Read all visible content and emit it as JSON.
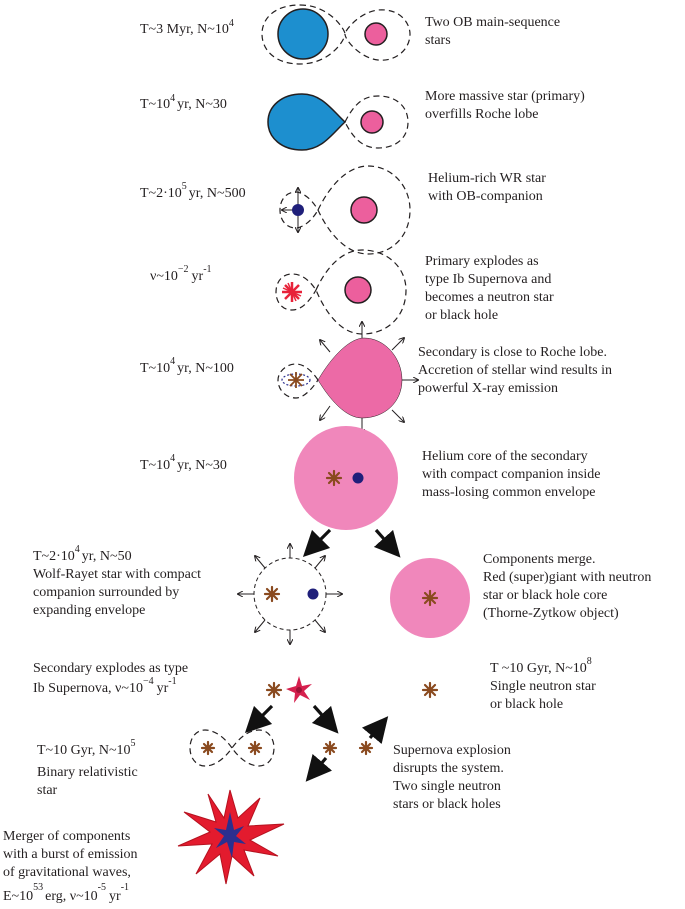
{
  "colors": {
    "ob_star": "#1d8fcf",
    "companion_star": "#ec5f9d",
    "envelope": "#f087bb",
    "wr_star": "#1f1f7a",
    "neutron_star": "#8a4a1f",
    "supernova": "#e8233a",
    "merger_burst": "#e31b2e",
    "merger_core": "#2b2f8f"
  },
  "stages": {
    "s1": {
      "time_label": "T~3 Myr, N~10",
      "time_exp": "4",
      "desc": [
        "Two OB main-sequence",
        "stars"
      ]
    },
    "s2": {
      "time_label": "T~10",
      "time_exp": "4",
      "time_tail": "yr, N~30",
      "desc": [
        "More massive star (primary)",
        "overfills Roche lobe"
      ]
    },
    "s3": {
      "time_label": "T~2·10",
      "time_exp": "5",
      "time_tail": "yr, N~500",
      "desc": [
        "Helium-rich WR star",
        "with OB-companion"
      ]
    },
    "s4": {
      "time_label": "ν~10",
      "time_exp1": "−2",
      "time_mid": "yr",
      "time_exp2": "-1",
      "desc": [
        "Primary explodes as",
        "type Ib Supernova and",
        "becomes a neutron star",
        "or black hole"
      ]
    },
    "s5": {
      "time_label": "T~10",
      "time_exp": "4",
      "time_tail": "yr, N~100",
      "desc": [
        "Secondary is close to Roche lobe.",
        "Accretion of stellar wind results in",
        "powerful X-ray emission"
      ]
    },
    "s6": {
      "time_label": "T~10",
      "time_exp": "4",
      "time_tail": "yr, N~30",
      "desc": [
        "Helium core of the secondary",
        "with compact companion inside",
        "mass-losing common envelope"
      ]
    },
    "s7a": {
      "time_label": "T~2·10",
      "time_exp": "4",
      "time_tail": "yr, N~50",
      "desc": [
        "Wolf-Rayet star with compact",
        "companion surrounded by",
        "expanding envelope"
      ]
    },
    "s7b": {
      "desc": [
        "Components merge.",
        "Red (super)giant with neutron",
        "star or black hole core",
        "(Thorne-Zytkow object)"
      ]
    },
    "s8a": {
      "desc1": "Secondary explodes as type",
      "desc2": "Ib Supernova, ν~10",
      "exp1": "−4",
      "mid": "yr",
      "exp2": "-1"
    },
    "s8b": {
      "time_label": "T ~10 Gyr,  N~10",
      "time_exp": "8",
      "desc": [
        "Single neutron star",
        "or black hole"
      ]
    },
    "s9a": {
      "time_label": "T~10 Gyr, N~10",
      "time_exp": "5",
      "desc": [
        "Binary relativistic",
        "star"
      ]
    },
    "s9b": {
      "desc": [
        "Supernova explosion",
        "disrupts the system.",
        "Two single neutron",
        "stars or black holes"
      ]
    },
    "s10": {
      "desc": [
        "Merger of components",
        "with a burst of emission",
        "of gravitational waves,"
      ],
      "energy_label": "E~10",
      "energy_exp": "53",
      "energy_tail": "erg,  ν~10",
      "rate_exp1": "-5",
      "rate_mid": "yr",
      "rate_exp2": "-1"
    }
  }
}
